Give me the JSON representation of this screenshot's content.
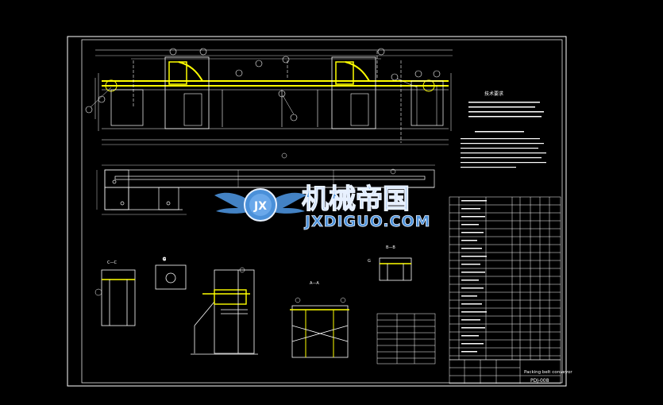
{
  "drawing": {
    "drawing_number": "PDJ-008",
    "sheet_title": "Packing belt conveyor",
    "section_labels": [
      "C—C",
      "G",
      "A—A",
      "B—B",
      "G"
    ],
    "tech_req_title": "技术要求"
  },
  "watermark": {
    "logo_letters": "JX",
    "brand_cn": "机械帝国",
    "brand_url": "JXDIGUO.COM"
  },
  "colors": {
    "background": "#000000",
    "line_yellow": "#ffff00",
    "line_white": "#ffffff",
    "watermark_blue": "#4a90d9"
  }
}
